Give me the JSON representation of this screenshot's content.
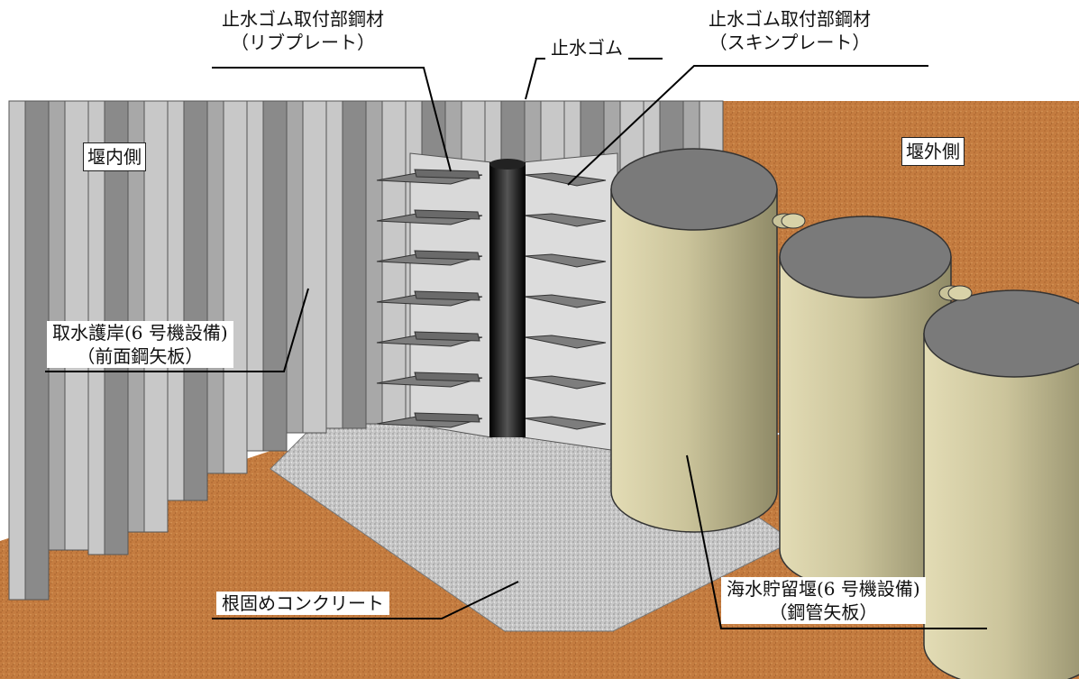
{
  "labels": {
    "rib_plate_line1": "止水ゴム取付部鋼材",
    "rib_plate_line2": "（リブプレート）",
    "stop_rubber": "止水ゴム",
    "skin_plate_line1": "止水ゴム取付部鋼材",
    "skin_plate_line2": "（スキンプレート）",
    "inside": "堰内側",
    "outside": "堰外側",
    "revetment_line1": "取水護岸(6 号機設備)",
    "revetment_line2": "（前面鋼矢板）",
    "concrete": "根固めコンクリート",
    "weir_line1": "海水貯留堰(6 号機設備)",
    "weir_line2": "（鋼管矢板）"
  },
  "colors": {
    "ground": "#c0793f",
    "sheet_pile_light": "#c8c8c8",
    "sheet_pile_mid": "#a8a8a8",
    "sheet_pile_dark": "#8a8a8a",
    "rubber": "#111111",
    "concrete": "#c9c9c9",
    "steel_pipe": "#c9c39a",
    "steel_pipe_top": "#7a7a7a"
  }
}
